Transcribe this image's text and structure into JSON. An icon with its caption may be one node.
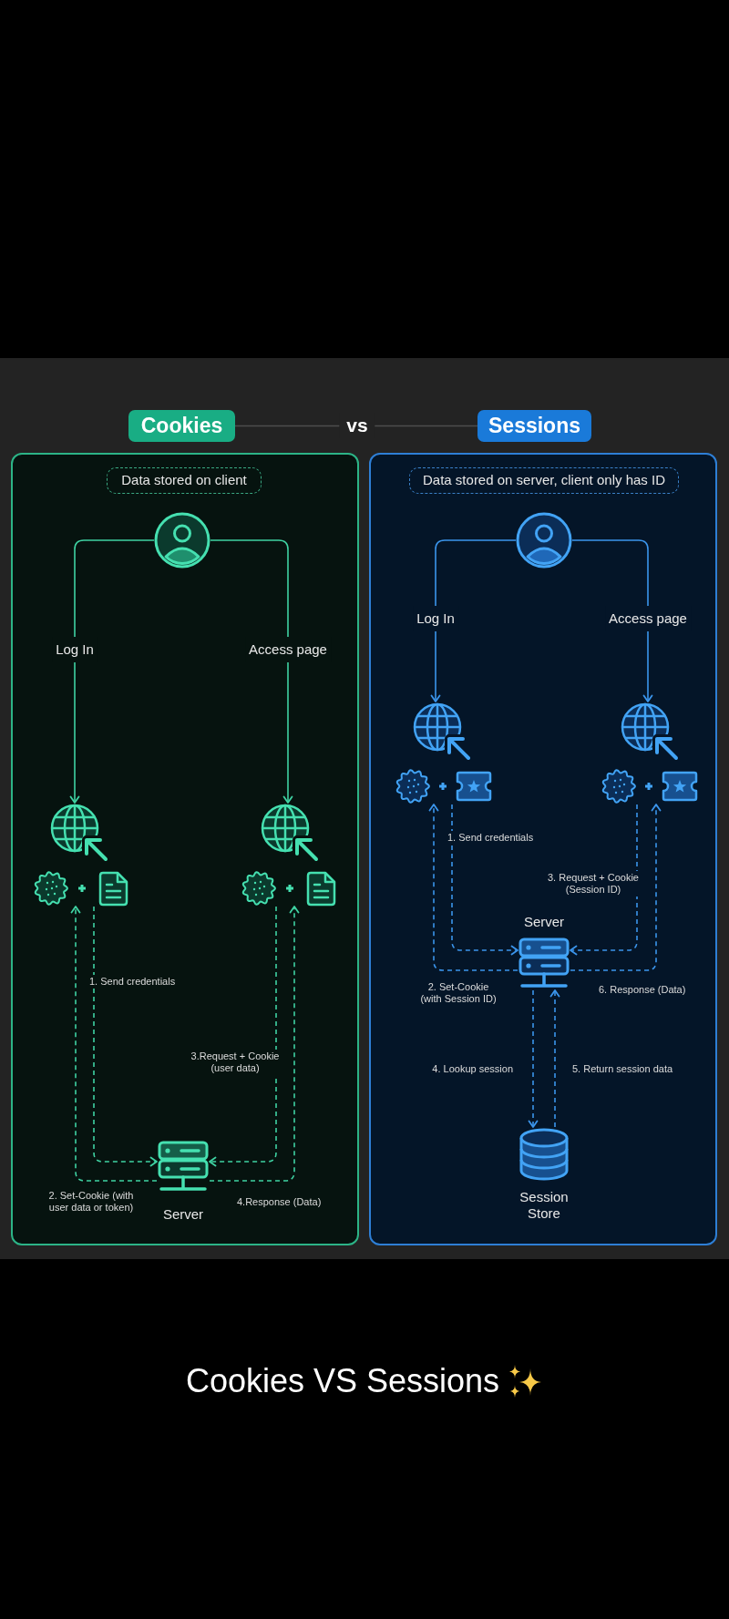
{
  "diagram": {
    "caption": "Cookies VS Sessions",
    "nodes": [
      {
        "text": [
          "Cookies"
        ]
      },
      {
        "text": [
          "Sessions"
        ]
      },
      {
        "text": [],
        "shape": "box"
      },
      {
        "text": [
          "Data stored on client"
        ],
        "in": 2
      },
      {
        "text": [],
        "shape": "person",
        "in": 2
      },
      {
        "text": [],
        "shape": "picture",
        "in": 2
      },
      {
        "text": [],
        "shape": "picture",
        "in": 2
      },
      {
        "text": [],
        "shape": "picture",
        "in": 2
      },
      {
        "text": [],
        "shape": "picture",
        "in": 2
      },
      {
        "text": [],
        "shape": "picture",
        "in": 2,
        "beside": [
          "Server"
        ]
      },
      {
        "text": [],
        "shape": "box"
      },
      {
        "text": [
          "Data stored on server, client only has ID"
        ],
        "in": 10
      },
      {
        "text": [],
        "shape": "person",
        "in": 10
      },
      {
        "text": [],
        "shape": "picture",
        "in": 10
      },
      {
        "text": [],
        "shape": "picture",
        "in": 10
      },
      {
        "text": [],
        "shape": "picture",
        "in": 10
      },
      {
        "text": [],
        "shape": "picture",
        "in": 10
      },
      {
        "text": [],
        "shape": "picture",
        "in": 10,
        "beside": [
          "Server"
        ]
      },
      {
        "text": [],
        "shape": "cylinder",
        "in": 10,
        "beside": [
          "Session Store"
        ]
      }
    ],
    "edges": [
      {
        "from": 0,
        "to": 1,
        "arrow": "none",
        "label": "vs",
        "color": "#4d4d4d"
      },
      {
        "from": 4,
        "to": 5,
        "arrow": "to",
        "label": "Log In",
        "color": "#3fd3a3"
      },
      {
        "from": 4,
        "to": 6,
        "arrow": "to",
        "label": "Access page",
        "color": "#3fd3a3"
      },
      {
        "from": 7,
        "to": 9,
        "arrow": "to",
        "label": "1. Send credentials",
        "style": "dashed",
        "color": "#3fd3a3"
      },
      {
        "from": 9,
        "to": 7,
        "arrow": "to",
        "label": "2. Set-Cookie (with user data or token)",
        "style": "dashed",
        "color": "#3fd3a3"
      },
      {
        "from": 8,
        "to": 9,
        "arrow": "to",
        "label": "3.Request + Cookie (user data)",
        "style": "dashed",
        "color": "#3fd3a3"
      },
      {
        "from": 9,
        "to": 8,
        "arrow": "to",
        "label": "4.Response (Data)",
        "style": "dashed",
        "color": "#3fd3a3"
      },
      {
        "from": 12,
        "to": 13,
        "arrow": "to",
        "label": "Log In"
      },
      {
        "from": 12,
        "to": 14,
        "arrow": "to",
        "label": "Access page"
      },
      {
        "from": 15,
        "to": 17,
        "arrow": "to",
        "label": "1. Send credentials",
        "style": "dashed"
      },
      {
        "from": 17,
        "to": 15,
        "arrow": "to",
        "label": "2. Set-Cookie (with Session ID)",
        "style": "dashed"
      },
      {
        "from": 16,
        "to": 17,
        "arrow": "to",
        "label": "3. Request + Cookie (Session ID)",
        "style": "dashed"
      },
      {
        "from": 17,
        "to": 18,
        "arrow": "to",
        "label": "4. Lookup session",
        "style": "dashed"
      },
      {
        "from": 18,
        "to": 17,
        "arrow": "to",
        "label": "5. Return session data",
        "style": "dashed"
      },
      {
        "from": 17,
        "to": 16,
        "arrow": "to",
        "label": "6. Response (Data)",
        "style": "dashed"
      }
    ]
  }
}
